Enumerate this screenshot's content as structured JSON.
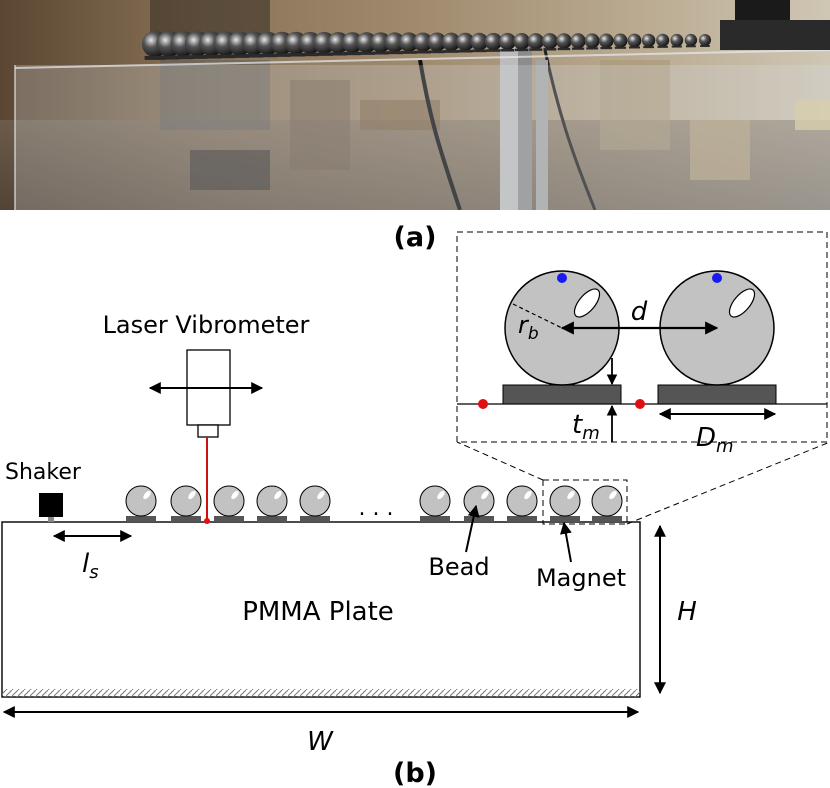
{
  "panel_a": {
    "label": "(a)"
  },
  "panel_b": {
    "label": "(b)"
  },
  "labels": {
    "laser": "Laser Vibrometer",
    "shaker": "Shaker",
    "plate": "PMMA Plate",
    "bead": "Bead",
    "magnet": "Magnet",
    "ellipsis": ". . .",
    "ls_main": "l",
    "ls_sub": "s",
    "H": "H",
    "W": "W",
    "rb_main": "r",
    "rb_sub": "b",
    "d": "d",
    "tm_main": "t",
    "tm_sub": "m",
    "Dm_main": "D",
    "Dm_sub": "m"
  },
  "colors": {
    "bead": "#c2c2c2",
    "magnet": "#555555",
    "laser_beam": "#cc1111",
    "point_red": "#e01010",
    "point_blue": "#1a1aee"
  }
}
